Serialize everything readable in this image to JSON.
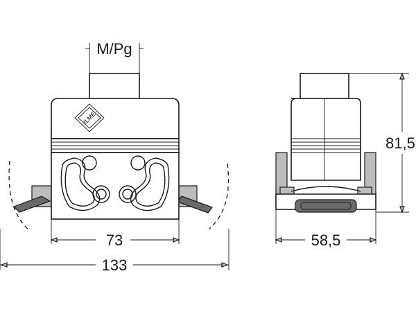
{
  "dimensions": {
    "cable_entry": "M/Pg",
    "front_inner_width": "73",
    "front_overall_width": "133",
    "side_width": "58,5",
    "side_height": "81,5"
  },
  "logo_text": "ILME"
}
